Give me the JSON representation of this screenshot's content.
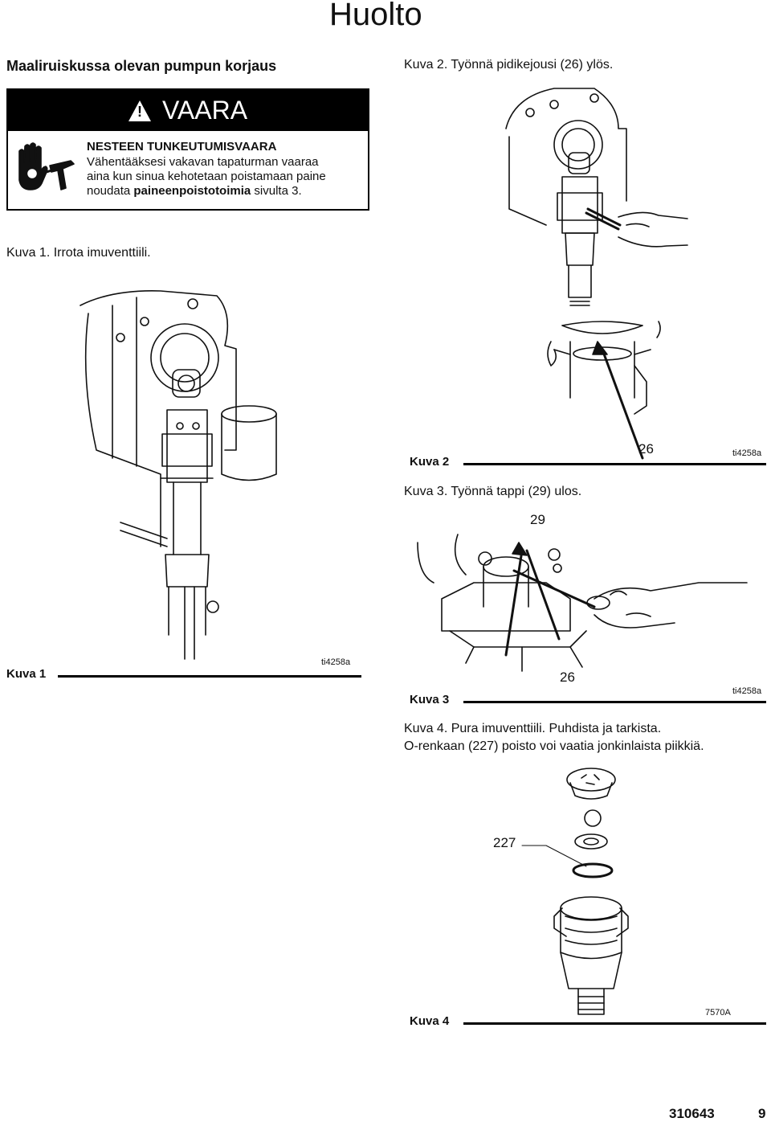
{
  "header": {
    "title": "Huolto"
  },
  "section": {
    "title": "Maaliruiskussa olevan pumpun korjaus"
  },
  "warning": {
    "bar_label": "VAARA",
    "heading": "NESTEEN TUNKEUTUMISVAARA",
    "line1": "Vähentääksesi vakavan tapaturman vaaraa",
    "line2": "aina kun sinua kehotetaan poistamaan paine",
    "line3_prefix": "noudata ",
    "line3_bold": "paineenpoistotoimia",
    "line3_suffix": " sivulta 3."
  },
  "figures": {
    "fig1": {
      "caption": "Kuva 1. Irrota imuventtiili.",
      "label": "Kuva 1",
      "tag": "ti4258a"
    },
    "fig2": {
      "caption": "Kuva 2. Työnnä pidikejousi (26) ylös.",
      "label": "Kuva 2",
      "tag": "ti4258a",
      "callout": "26"
    },
    "fig3": {
      "caption": "Kuva 3. Työnnä tappi (29) ulos.",
      "label": "Kuva 3",
      "tag": "ti4258a",
      "callout_top": "29",
      "callout_bottom": "26"
    },
    "fig4": {
      "caption_line1": "Kuva 4. Pura imuventtiili. Puhdista ja tarkista.",
      "caption_line2": "O-renkaan (227) poisto voi vaatia jonkinlaista piikkiä.",
      "label": "Kuva 4",
      "tag": "7570A",
      "callout": "227"
    }
  },
  "footer": {
    "doc_number": "310643",
    "page_number": "9"
  },
  "icons": [
    "warning-triangle-icon",
    "hand-injection-hazard-icon"
  ]
}
